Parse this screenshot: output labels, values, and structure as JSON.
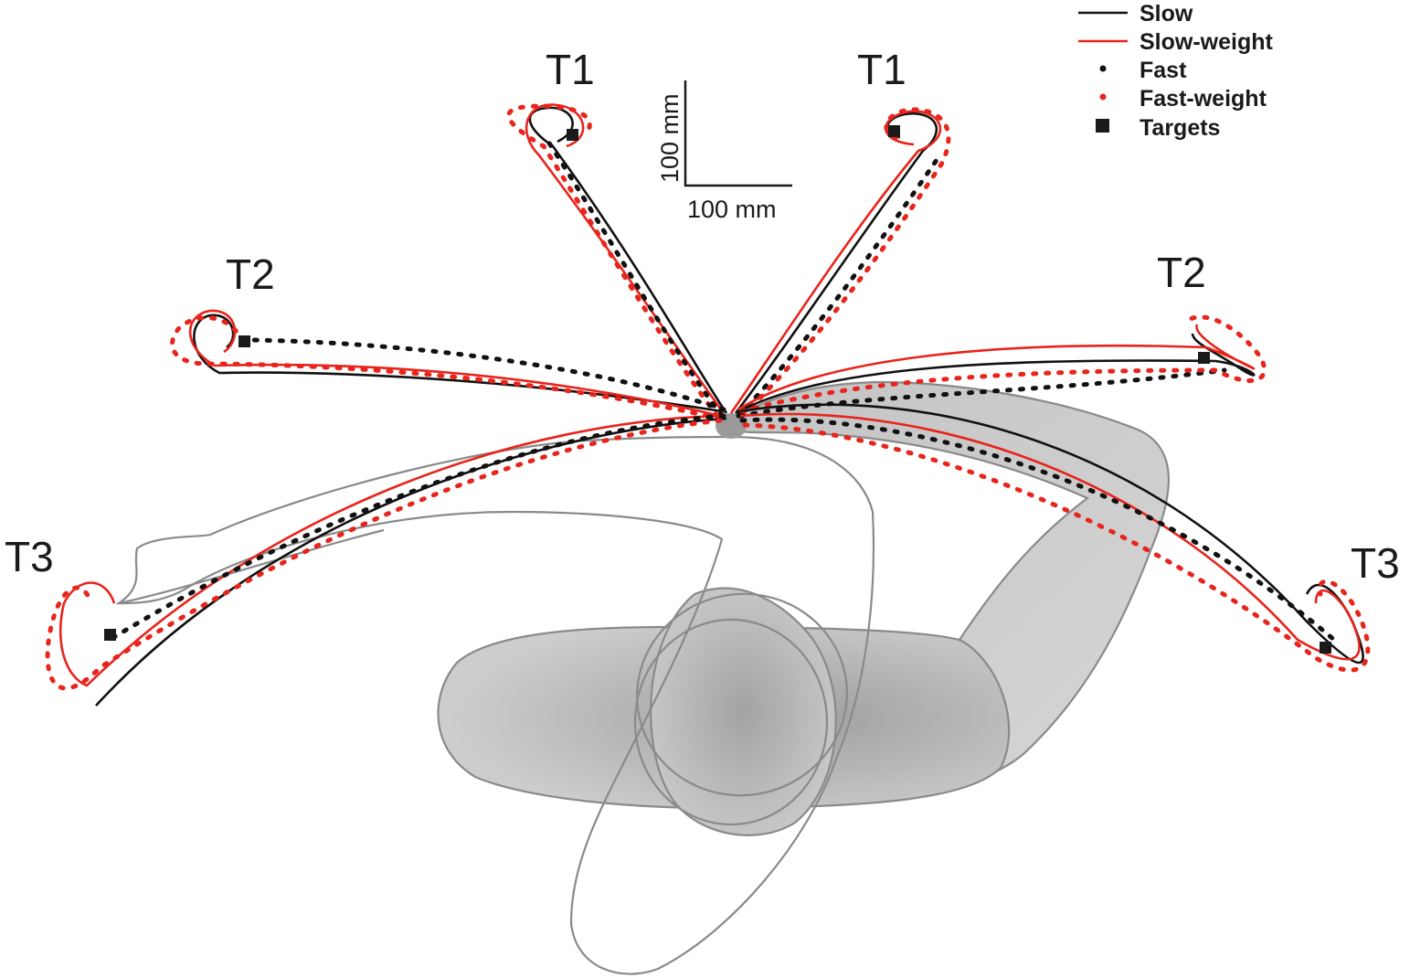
{
  "target_labels": {
    "left_t1": "T1",
    "right_t1": "T1",
    "left_t2": "T2",
    "right_t2": "T2",
    "left_t3": "T3",
    "right_t3": "T3"
  },
  "scale_bar": {
    "vertical_label": "100 mm",
    "horizontal_label": "100 mm"
  },
  "legend": {
    "slow": "Slow",
    "slow_weight": "Slow-weight",
    "fast": "Fast",
    "fast_weight": "Fast-weight",
    "targets": "Targets"
  },
  "colors": {
    "slow": "#111111",
    "slow_weight": "#e8241c",
    "fast": "#111111",
    "fast_weight": "#e8241c",
    "body": "#bdbdbd",
    "outline": "#8a8a8a"
  }
}
